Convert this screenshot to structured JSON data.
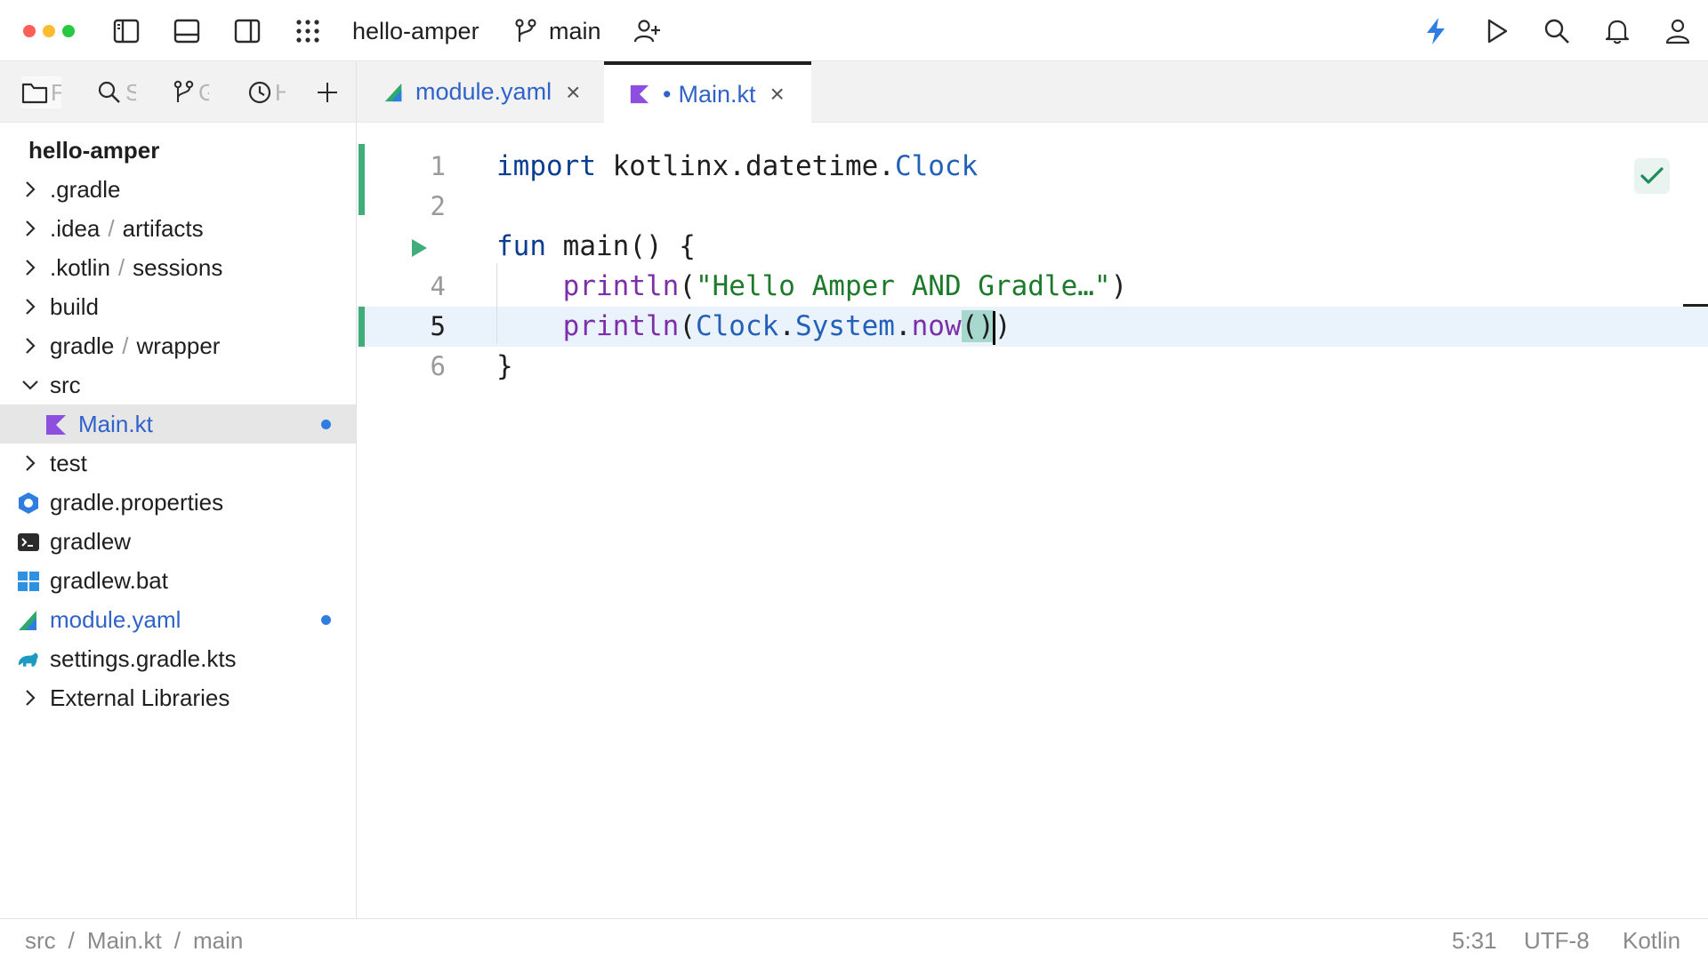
{
  "titlebar": {
    "project_name": "hello-amper",
    "branch": "main",
    "icons": [
      "left-panel-icon",
      "bottom-panel-icon",
      "right-panel-icon",
      "apps-grid-icon",
      "branch-icon",
      "add-user-icon",
      "lightning-icon",
      "run-icon",
      "search-icon",
      "bell-icon",
      "user-icon"
    ]
  },
  "left_panel": {
    "tabs": [
      {
        "icon": "folder-icon",
        "label": "F"
      },
      {
        "icon": "search-icon",
        "label": "S"
      },
      {
        "icon": "branch-icon",
        "label": "G"
      },
      {
        "icon": "clock-icon",
        "label": "H"
      }
    ],
    "tree": {
      "root": "hello-amper",
      "items": [
        {
          "name": ".gradle"
        },
        {
          "name": ".idea",
          "sub": "artifacts"
        },
        {
          "name": ".kotlin",
          "sub": "sessions"
        },
        {
          "name": "build"
        },
        {
          "name": "gradle",
          "sub": "wrapper"
        },
        {
          "name": "src"
        },
        {
          "name": "Main.kt"
        },
        {
          "name": "test"
        },
        {
          "name": "gradle.properties"
        },
        {
          "name": "gradlew"
        },
        {
          "name": "gradlew.bat"
        },
        {
          "name": "module.yaml"
        },
        {
          "name": "settings.gradle.kts"
        },
        {
          "name": "External Libraries"
        }
      ]
    }
  },
  "editor_tabs": [
    {
      "name": "module.yaml",
      "close": "×"
    },
    {
      "name": "Main.kt",
      "modified_dot": "•",
      "close": "×"
    }
  ],
  "code": {
    "line_numbers": [
      "1",
      "2",
      "4",
      "5",
      "6"
    ],
    "line1": {
      "kw": "import",
      "pkg": " kotlinx.datetime.",
      "cls": "Clock"
    },
    "line3": {
      "kw": "fun",
      "rest": " main() {"
    },
    "line4": {
      "indent": "    ",
      "fn": "println",
      "open": "(",
      "str": "\"Hello Amper AND Gradle…\"",
      "close": ")"
    },
    "line5": {
      "indent": "    ",
      "fn": "println",
      "open": "(",
      "cls1": "Clock",
      "dot1": ".",
      "cls2": "System",
      "dot2": ".",
      "fn2": "now",
      "paren": "()",
      "close": ")"
    },
    "line6": "}"
  },
  "statusbar": {
    "breadcrumbs": [
      "src",
      "Main.kt",
      "main"
    ],
    "separator": "/",
    "position": "5:31",
    "encoding": "UTF-8",
    "language": "Kotlin"
  },
  "colors": {
    "accent_blue": "#2f7de1",
    "modified_text": "#2f63c9",
    "vcs_added": "#3fae7a",
    "current_line": "#eaf2fc"
  }
}
